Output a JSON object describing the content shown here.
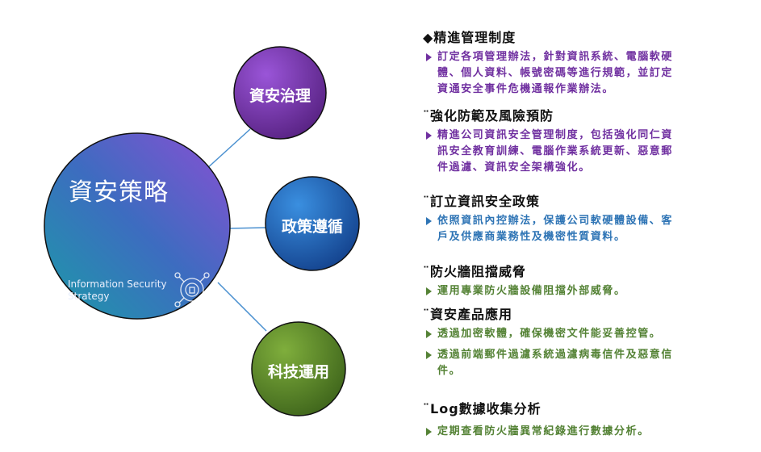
{
  "diagram": {
    "center": {
      "title": "資安策略",
      "subtitle": "Information Security Strategy"
    },
    "nodes": [
      {
        "label": "資安治理"
      },
      {
        "label": "政策遵循"
      },
      {
        "label": "科技運用"
      }
    ]
  },
  "sections": [
    {
      "heading": "◆精進管理制度",
      "color": "#7030a0",
      "bullets": [
        "訂定各項管理辦法，針對資訊系統、電腦軟硬體、個人資料、帳號密碼等進行規範，並訂定資通安全事件危機通報作業辦法。"
      ]
    },
    {
      "heading": "¨強化防範及風險預防",
      "color": "#7030a0",
      "bullets": [
        "精進公司資訊安全管理制度，包括強化同仁資訊安全教育訓練、電腦作業系統更新、惡意郵件過濾、資訊安全架構強化。"
      ]
    },
    {
      "heading": "¨訂立資訊安全政策",
      "color": "#2e74b5",
      "bullets": [
        "依照資訊內控辦法，保護公司軟硬體設備、客戶及供應商業務性及機密性質資料。"
      ]
    },
    {
      "heading": "¨防火牆阻擋威脅",
      "color": "#548235",
      "bullets": [
        "運用專業防火牆設備阻擋外部威脅。"
      ]
    },
    {
      "heading": "¨資安產品應用",
      "color": "#548235",
      "bullets": [
        "透過加密軟體，確保機密文件能妥善控管。",
        "透過前端郵件過濾系統過濾病毒信件及惡意信件。"
      ]
    },
    {
      "heading": "¨Log數據收集分析",
      "color": "#548235",
      "bullets": [
        "定期查看防火牆異常紀錄進行數據分析。"
      ]
    }
  ]
}
